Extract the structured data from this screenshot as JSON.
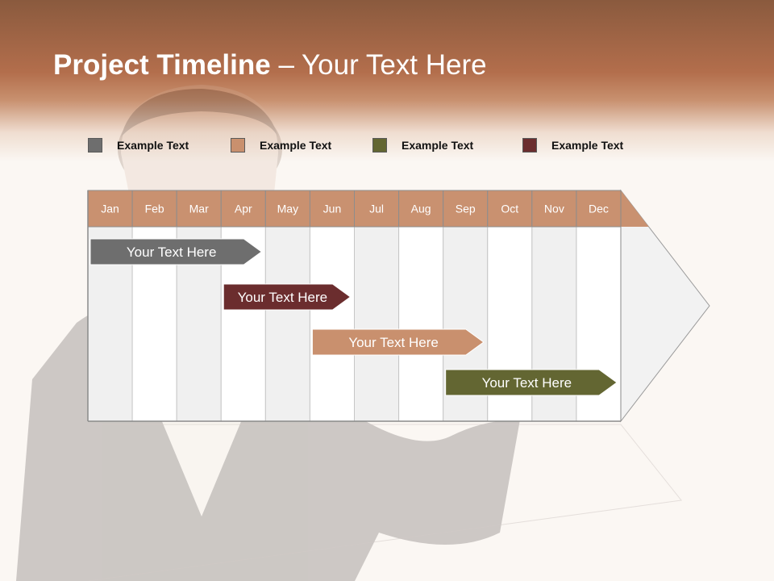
{
  "slide": {
    "title_bold": "Project Timeline",
    "title_rest": " – Your Text Here"
  },
  "legend": [
    {
      "label": "Example Text",
      "color": "#6e6e6e"
    },
    {
      "label": "Example Text",
      "color": "#c9906e"
    },
    {
      "label": "Example Text",
      "color": "#636632"
    },
    {
      "label": "Example Text",
      "color": "#6b2d2e"
    }
  ],
  "colors": {
    "header": "#c99170",
    "header_text": "#ffffff",
    "column_shaded": "#f0f0f0",
    "column_plain": "#ffffff",
    "bar_text": "#ffffff"
  },
  "chart_data": {
    "type": "gantt",
    "categories": [
      "Jan",
      "Feb",
      "Mar",
      "Apr",
      "May",
      "Jun",
      "Jul",
      "Aug",
      "Sep",
      "Oct",
      "Nov",
      "Dec"
    ],
    "bars": [
      {
        "label": "Your  Text Here",
        "start_month": "Jan",
        "end_month": "Apr",
        "color": "#6e6e6e"
      },
      {
        "label": "Your  Text Here",
        "start_month": "Apr",
        "end_month": "Jun",
        "color": "#6b2d2e"
      },
      {
        "label": "Your  Text Here",
        "start_month": "Jun",
        "end_month": "Sep",
        "color": "#c9906e"
      },
      {
        "label": "Your  Text Here",
        "start_month": "Sep",
        "end_month": "Dec",
        "color": "#636632"
      }
    ]
  }
}
